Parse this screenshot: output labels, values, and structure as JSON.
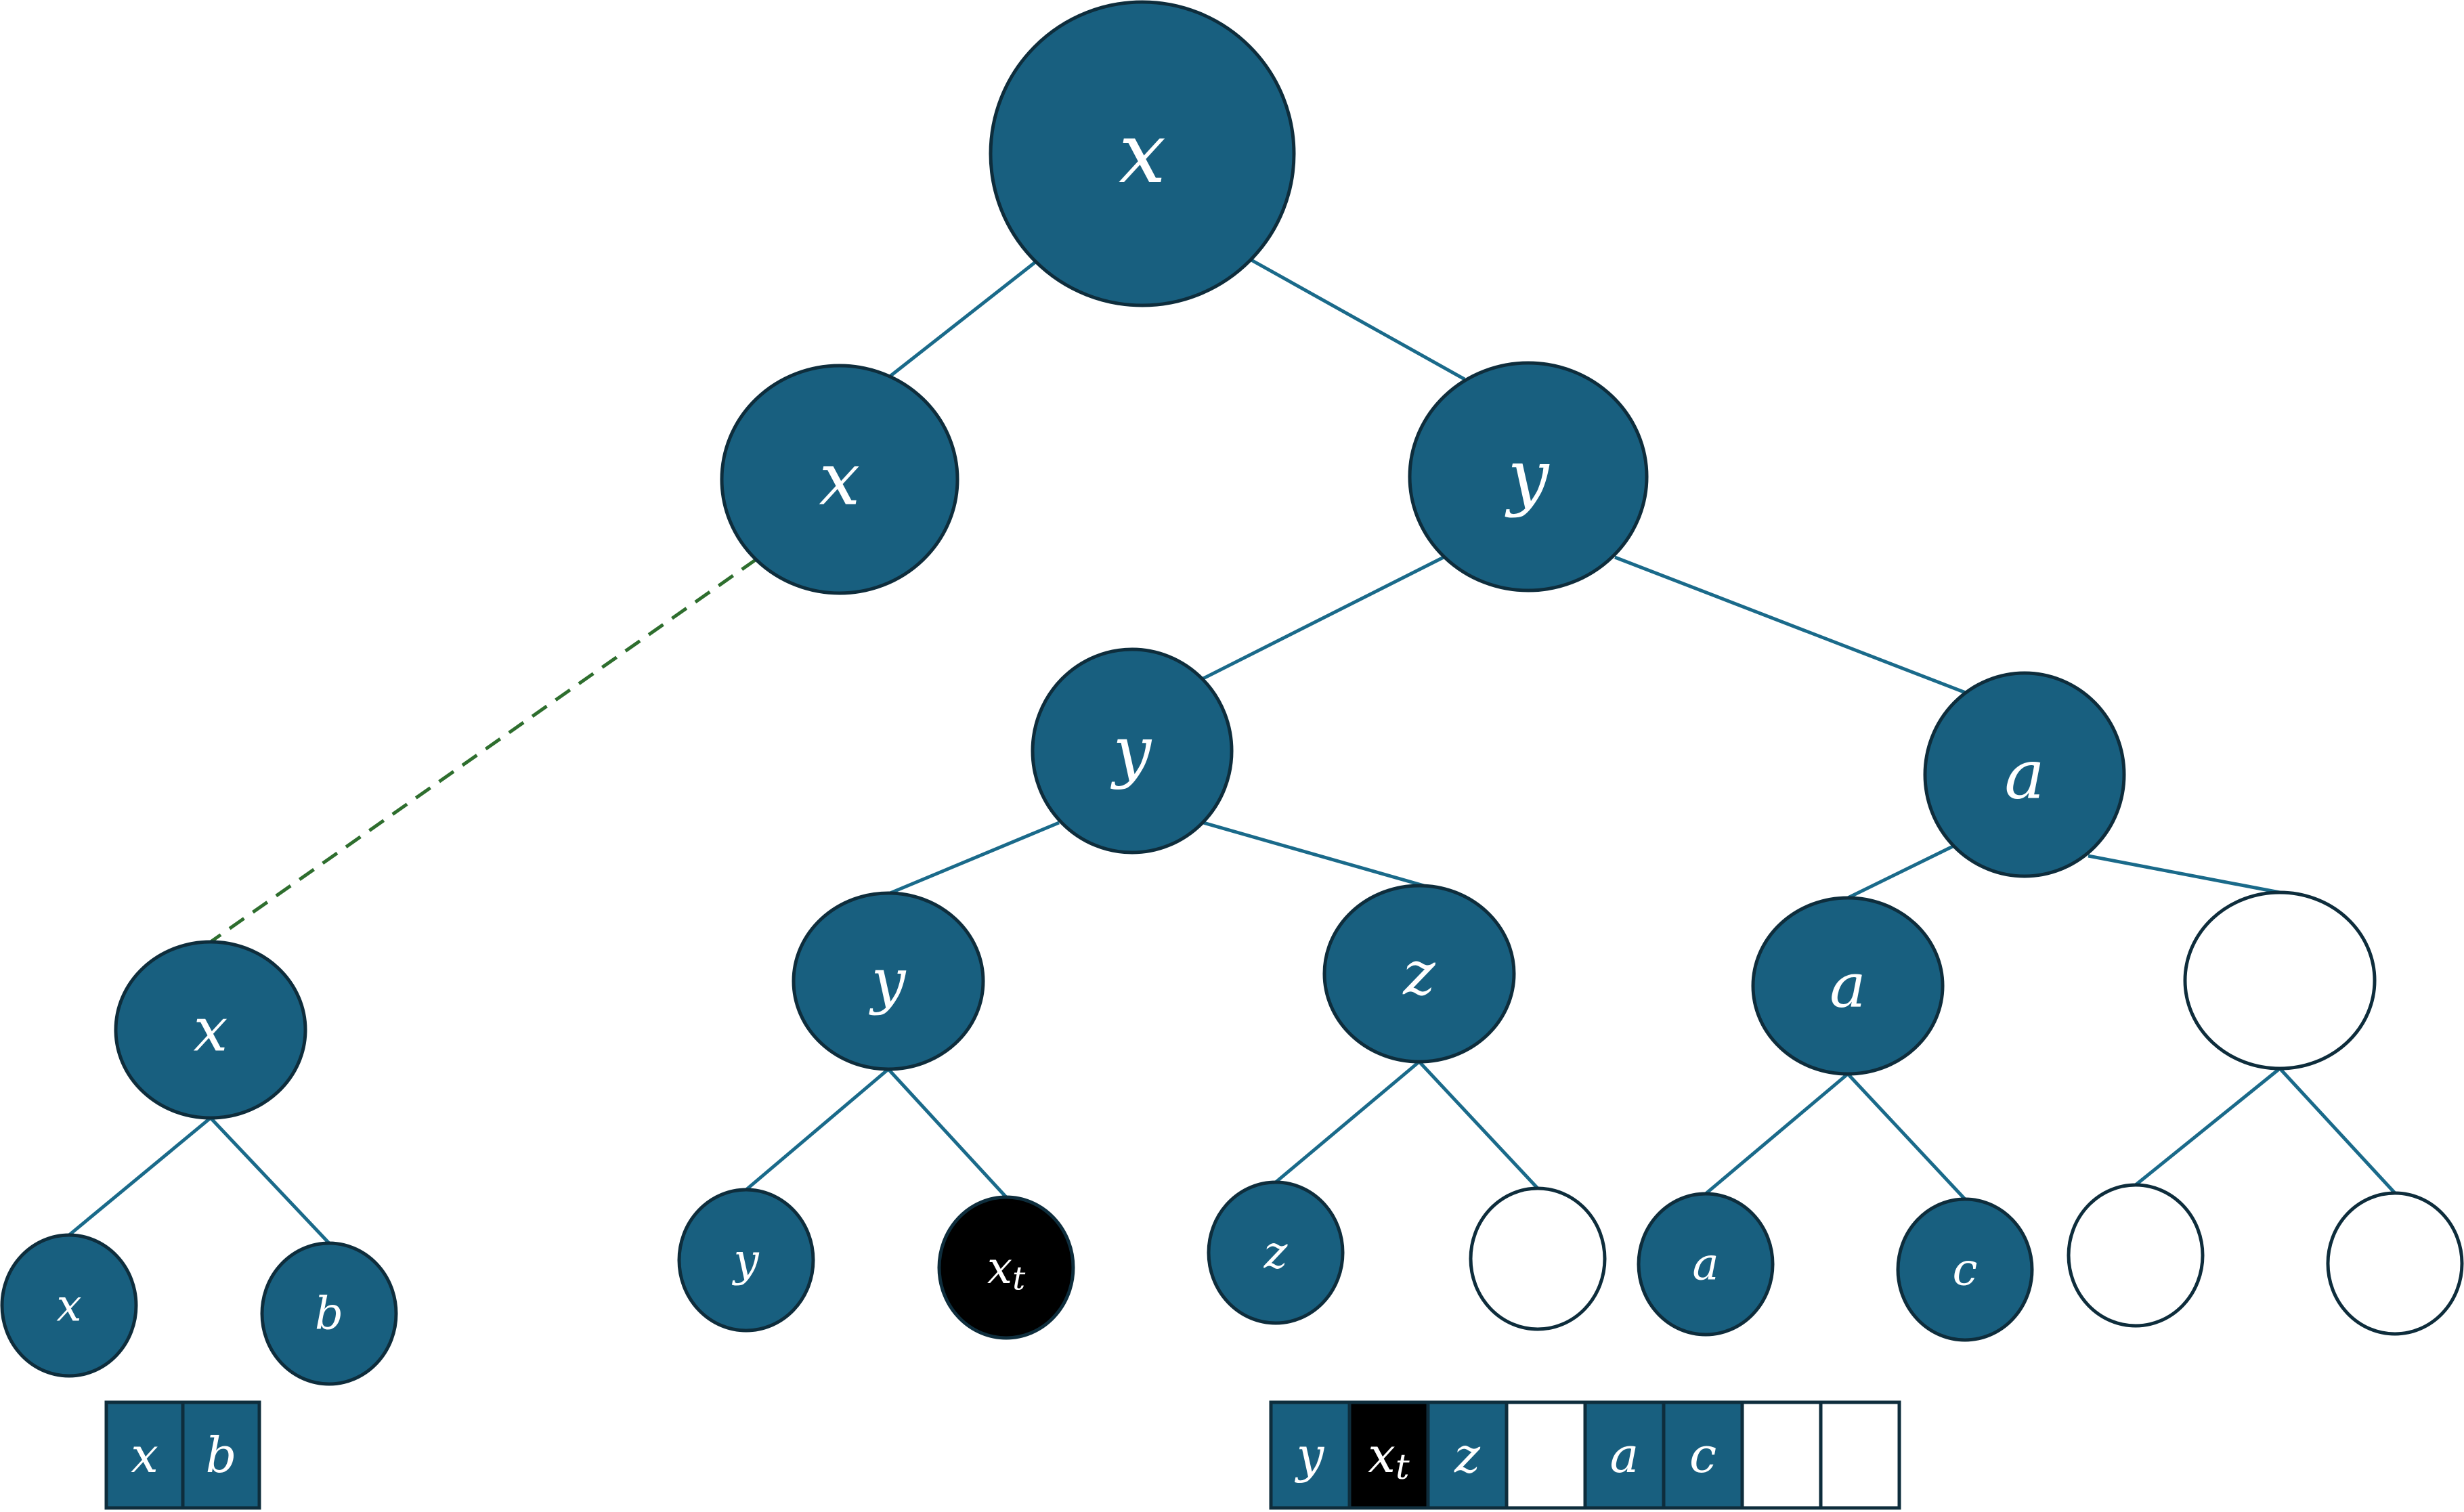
{
  "colors": {
    "filled": "#185f7f",
    "highlight": "#000000",
    "empty": "#ffffff",
    "outline": "#0e2d3c",
    "edge": "#1a6a8a",
    "link": "#2e6e2e"
  },
  "tree": {
    "root": "x",
    "level1": [
      "x",
      "y"
    ],
    "level2": [
      "y",
      "a"
    ],
    "level3": [
      "y",
      "z",
      "a",
      ""
    ],
    "leaves": [
      "y",
      "x_t",
      "z",
      "",
      "a",
      "c",
      "",
      ""
    ]
  },
  "subtree": {
    "root": "x",
    "leaves": [
      "x",
      "b"
    ]
  },
  "arrays": {
    "left": [
      "x",
      "b"
    ],
    "right": [
      "y",
      "x_t",
      "z",
      "",
      "a",
      "c",
      "",
      ""
    ]
  }
}
